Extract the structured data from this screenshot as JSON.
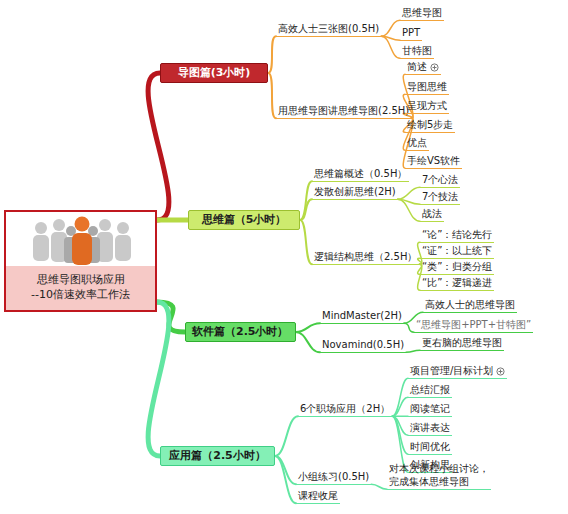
{
  "diagram": {
    "nodes": [
      {
        "text": [
          "思维导图职场应用",
          "--10倍速效率工作法"
        ]
      },
      {
        "text": [
          "导图篇(3小时)"
        ]
      },
      {
        "text": [
          "高效人士三张图(0.5H)"
        ]
      },
      {
        "text": [
          "思维导图"
        ]
      },
      {
        "text": [
          "PPT"
        ]
      },
      {
        "text": [
          "甘特图"
        ]
      },
      {
        "text": [
          "用思维导图讲思维导图(2.5H)"
        ]
      },
      {
        "text": [
          "简述"
        ]
      },
      {
        "text": [
          "导图思维"
        ]
      },
      {
        "text": [
          "呈现方式"
        ]
      },
      {
        "text": [
          "绘制5步走"
        ]
      },
      {
        "text": [
          "优点"
        ]
      },
      {
        "text": [
          "手绘VS软件"
        ]
      },
      {
        "text": [
          "思维篇（5小时）"
        ]
      },
      {
        "text": [
          "思维篇概述（0.5H）"
        ]
      },
      {
        "text": [
          "发散创新思维(2H)"
        ]
      },
      {
        "text": [
          "7个心法"
        ]
      },
      {
        "text": [
          "7个技法"
        ]
      },
      {
        "text": [
          "战法"
        ]
      },
      {
        "text": [
          "逻辑结构思维（2.5H）"
        ]
      },
      {
        "text": [
          "“论”：结论先行"
        ]
      },
      {
        "text": [
          "“证”：以上统下"
        ]
      },
      {
        "text": [
          "“类”：归类分组"
        ]
      },
      {
        "text": [
          "“比”：逻辑递进"
        ]
      },
      {
        "text": [
          "软件篇（2.5小时）"
        ]
      },
      {
        "text": [
          "MindMaster(2H)"
        ]
      },
      {
        "text": [
          "Novamind(0.5H)"
        ]
      },
      {
        "text": [
          "高效人士的思维导图"
        ]
      },
      {
        "text": [
          "“思维导图+PPT+甘特图”"
        ]
      },
      {
        "text": [
          "更右脑的思维导图"
        ]
      },
      {
        "text": [
          "应用篇（2.5小时）"
        ]
      },
      {
        "text": [
          "6个职场应用（2H）"
        ]
      },
      {
        "text": [
          "项目管理/目标计划"
        ]
      },
      {
        "text": [
          "总结汇报"
        ]
      },
      {
        "text": [
          "阅读笔记"
        ]
      },
      {
        "text": [
          "演讲表达"
        ]
      },
      {
        "text": [
          "时间优化"
        ]
      },
      {
        "text": [
          "创新构思"
        ]
      },
      {
        "text": [
          "小组练习(0.5H)"
        ]
      },
      {
        "text": [
          "对本次课程小组讨论，完成集体思维导图"
        ]
      },
      {
        "text": [
          "课程收尾"
        ]
      }
    ],
    "edges": [
      {
        "from": 0,
        "to": 1,
        "arrow": "none"
      },
      {
        "from": 1,
        "to": 2,
        "arrow": "none"
      },
      {
        "from": 2,
        "to": 3,
        "arrow": "none"
      },
      {
        "from": 2,
        "to": 4,
        "arrow": "none"
      },
      {
        "from": 2,
        "to": 5,
        "arrow": "none"
      },
      {
        "from": 1,
        "to": 6,
        "arrow": "none"
      },
      {
        "from": 6,
        "to": 7,
        "arrow": "none"
      },
      {
        "from": 6,
        "to": 8,
        "arrow": "none"
      },
      {
        "from": 6,
        "to": 9,
        "arrow": "none"
      },
      {
        "from": 6,
        "to": 10,
        "arrow": "none"
      },
      {
        "from": 6,
        "to": 11,
        "arrow": "none"
      },
      {
        "from": 6,
        "to": 12,
        "arrow": "none"
      },
      {
        "from": 0,
        "to": 13,
        "arrow": "none"
      },
      {
        "from": 13,
        "to": 14,
        "arrow": "none"
      },
      {
        "from": 13,
        "to": 15,
        "arrow": "none"
      },
      {
        "from": 15,
        "to": 16,
        "arrow": "none"
      },
      {
        "from": 15,
        "to": 17,
        "arrow": "none"
      },
      {
        "from": 15,
        "to": 18,
        "arrow": "none"
      },
      {
        "from": 13,
        "to": 19,
        "arrow": "none"
      },
      {
        "from": 19,
        "to": 20,
        "arrow": "none"
      },
      {
        "from": 19,
        "to": 21,
        "arrow": "none"
      },
      {
        "from": 19,
        "to": 22,
        "arrow": "none"
      },
      {
        "from": 19,
        "to": 23,
        "arrow": "none"
      },
      {
        "from": 0,
        "to": 24,
        "arrow": "none"
      },
      {
        "from": 24,
        "to": 25,
        "arrow": "none"
      },
      {
        "from": 25,
        "to": 27,
        "arrow": "none"
      },
      {
        "from": 25,
        "to": 28,
        "arrow": "none"
      },
      {
        "from": 24,
        "to": 26,
        "arrow": "none"
      },
      {
        "from": 26,
        "to": 29,
        "arrow": "none"
      },
      {
        "from": 0,
        "to": 30,
        "arrow": "none"
      },
      {
        "from": 30,
        "to": 31,
        "arrow": "none"
      },
      {
        "from": 31,
        "to": 32,
        "arrow": "none"
      },
      {
        "from": 31,
        "to": 33,
        "arrow": "none"
      },
      {
        "from": 31,
        "to": 34,
        "arrow": "none"
      },
      {
        "from": 31,
        "to": 35,
        "arrow": "none"
      },
      {
        "from": 31,
        "to": 36,
        "arrow": "none"
      },
      {
        "from": 31,
        "to": 37,
        "arrow": "none"
      },
      {
        "from": 30,
        "to": 38,
        "arrow": "none"
      },
      {
        "from": 38,
        "to": 39,
        "arrow": "none"
      },
      {
        "from": 30,
        "to": 40,
        "arrow": "none"
      }
    ]
  }
}
